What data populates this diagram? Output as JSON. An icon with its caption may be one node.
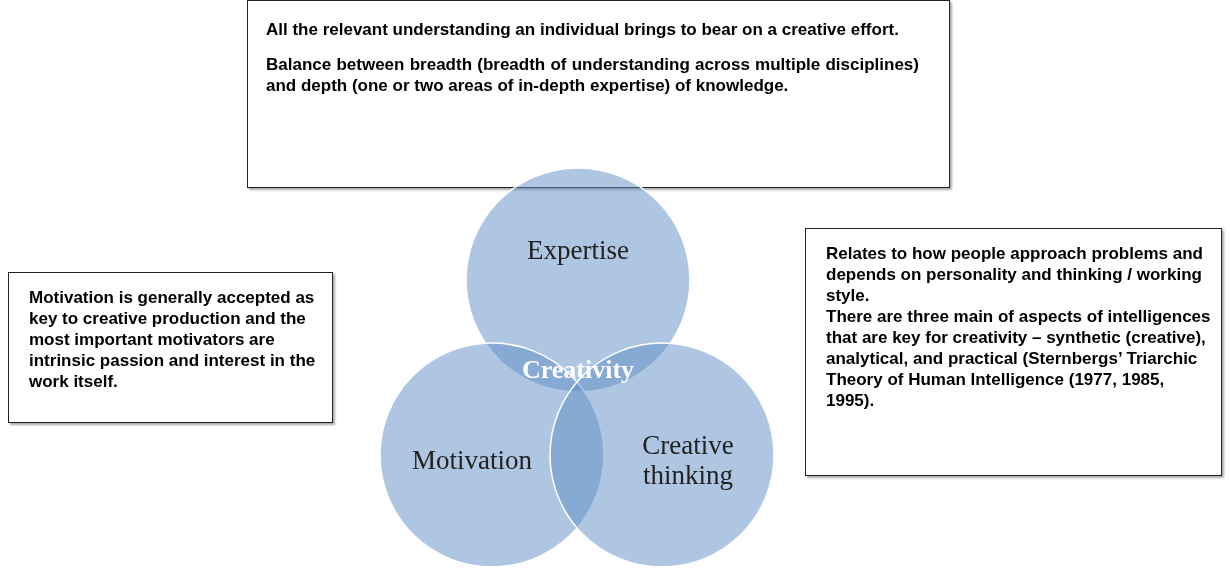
{
  "diagram": {
    "nodes": [
      {
        "text": [
          "All the relevant understanding an individual brings to bear on a creative effort.",
          "Balance between breadth (breadth of understanding across multiple disciplines) and depth (one or two areas of in-depth expertise)  of knowledge."
        ]
      },
      {
        "text": [
          "Motivation is generally accepted as key to creative production and the most important motivators are intrinsic passion and interest in the work itself."
        ]
      },
      {
        "text": [
          "Relates to how people approach problems and depends on personality and thinking / working style.",
          "There are three main of aspects of intelligences that are key for creativity – synthetic (creative), analytical, and practical (Sternbergs’ Triarchic Theory of Human Intelligence (1977, 1985, 1995)."
        ]
      },
      {
        "text": [
          "Expertise"
        ]
      },
      {
        "text": [
          "Motivation"
        ]
      },
      {
        "text": [
          "Creative thinking"
        ]
      }
    ],
    "edges": [],
    "labels": [
      "Creativity"
    ]
  }
}
